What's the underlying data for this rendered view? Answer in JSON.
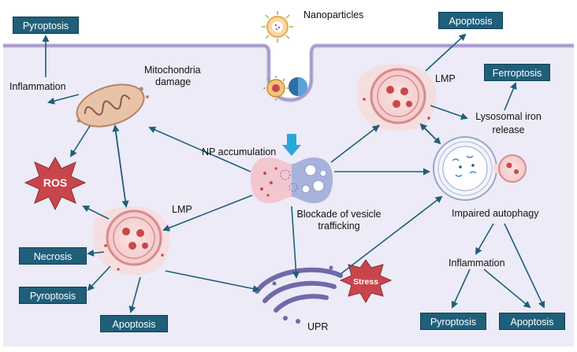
{
  "colors": {
    "cytoplasm": "#ecebf7",
    "membrane": "#b7aed8",
    "box_fill": "#1f5f7a",
    "arrow": "#1e5f7a",
    "ros_star": "#c8464b",
    "stress_star": "#c8464b"
  },
  "labels": {
    "nanoparticles": "Nanoparticles",
    "mito_damage_1": "Mitochondria",
    "mito_damage_2": "damage",
    "inflammation_left": "Inflammation",
    "np_accumulation": "NP accumulation",
    "lmp_left": "LMP",
    "lmp_right": "LMP",
    "blockade_1": "Blockade of vesicle",
    "blockade_2": "trafficking",
    "lysosomal_iron_1": "Lysosomal iron",
    "lysosomal_iron_2": "release",
    "impaired_autophagy": "Impaired autophagy",
    "inflammation_right": "Inflammation",
    "upr": "UPR",
    "ros": "ROS",
    "stress": "Stress"
  },
  "outcome_boxes": {
    "pyroptosis_top_left": "Pyroptosis",
    "apoptosis_top": "Apoptosis",
    "ferroptosis": "Ferroptosis",
    "necrosis": "Necrosis",
    "pyroptosis_bottom_left": "Pyroptosis",
    "apoptosis_bottom_left": "Apoptosis",
    "pyroptosis_bottom_right": "Pyroptosis",
    "apoptosis_bottom_right": "Apoptosis"
  }
}
